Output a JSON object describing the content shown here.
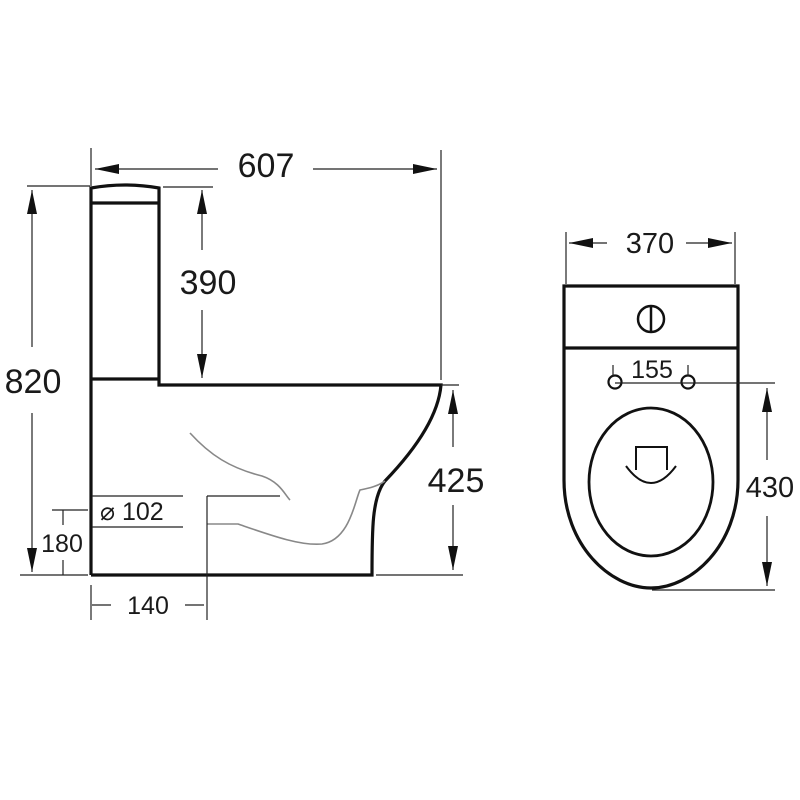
{
  "side_view": {
    "overall_length": "607",
    "overall_height": "820",
    "tank_height": "390",
    "seat_height": "425",
    "outlet_height": "180",
    "outlet_diameter": "⌀ 102",
    "outlet_setback": "140"
  },
  "top_view": {
    "width": "370",
    "fixing_hole_spacing": "155",
    "bowl_length": "430"
  }
}
